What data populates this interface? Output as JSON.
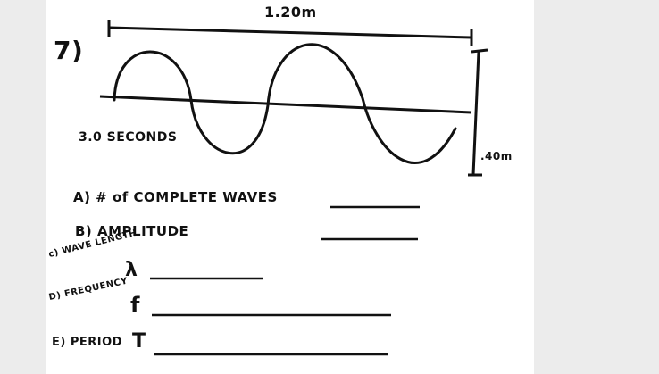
{
  "problem_number": "7)",
  "length_label": "1.20m",
  "time_label": "3.0 SECONDS",
  "height_label": ".40m",
  "questions": {
    "a": "A)  # of COMPLETE WAVES",
    "b": "B)  AMPLITUDE",
    "c_label": "c) WAVE LENGTH",
    "c_symbol": "λ",
    "d_label": "D) FREQUENCY",
    "d_symbol": "f",
    "e_label": "E) PERIOD",
    "e_symbol": "T"
  },
  "colors": {
    "ink": "#111111",
    "paper": "#ffffff",
    "margin": "#ececec"
  }
}
